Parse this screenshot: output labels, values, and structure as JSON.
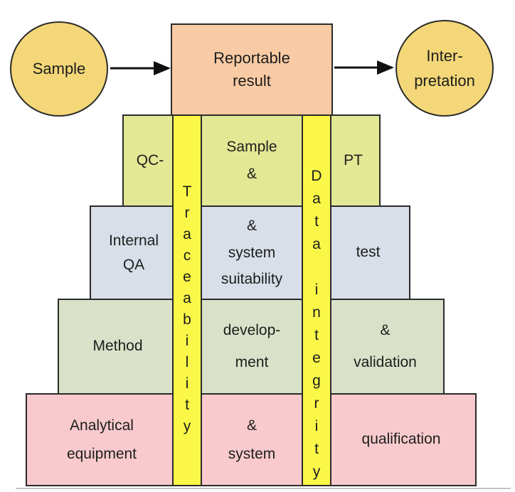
{
  "flow": {
    "sample": {
      "label": "Sample"
    },
    "reportable": {
      "lines": [
        "Reportable",
        "result"
      ]
    },
    "interpretation": {
      "lines": [
        "Inter-",
        "pretation"
      ]
    }
  },
  "bars": {
    "traceability": {
      "word": "Traceability",
      "letters": [
        "T",
        "r",
        "a",
        "c",
        "e",
        "a",
        "b",
        "i",
        "l",
        "i",
        "t",
        "y"
      ]
    },
    "data_integrity": {
      "words": "Data integrity",
      "letters": [
        "D",
        "a",
        "t",
        "a",
        "",
        "i",
        "n",
        "t",
        "e",
        "g",
        "r",
        "i",
        "t",
        "y"
      ]
    }
  },
  "pyramid": {
    "rows": [
      {
        "name": "qc-sample-pt",
        "left": {
          "lines": [
            "QC-"
          ]
        },
        "middle": {
          "lines": [
            "Sample",
            "&"
          ]
        },
        "right": {
          "lines": [
            "PT"
          ]
        }
      },
      {
        "name": "internal-qa-system-suitability-test",
        "left": {
          "lines": [
            "Internal",
            "QA"
          ]
        },
        "middle": {
          "lines": [
            "&",
            "system",
            "suitability"
          ]
        },
        "right": {
          "lines": [
            "test"
          ]
        }
      },
      {
        "name": "method-development-validation",
        "left": {
          "lines": [
            "Method"
          ]
        },
        "middle": {
          "lines": [
            "develop-",
            "ment"
          ]
        },
        "right": {
          "lines": [
            "&",
            "validation"
          ]
        }
      },
      {
        "name": "analytical-equipment-system-qualification",
        "left": {
          "lines": [
            "Analytical",
            "equipment"
          ]
        },
        "middle": {
          "lines": [
            "&",
            "system"
          ]
        },
        "right": {
          "lines": [
            "qualification"
          ]
        }
      }
    ]
  },
  "colors": {
    "circle_fill": "#F4D778",
    "reportable_fill": "#F8CBA4",
    "row0_fill": "#E3E894",
    "row1_fill": "#D8DFE8",
    "row2_fill": "#D9E2C8",
    "row3_fill": "#F8CACD",
    "bar_fill": "#FAF748",
    "border": "#2b2b2b",
    "text": "#1d1d1d",
    "arrow": "#111111",
    "bottom_rule": "#c4c4c4"
  }
}
